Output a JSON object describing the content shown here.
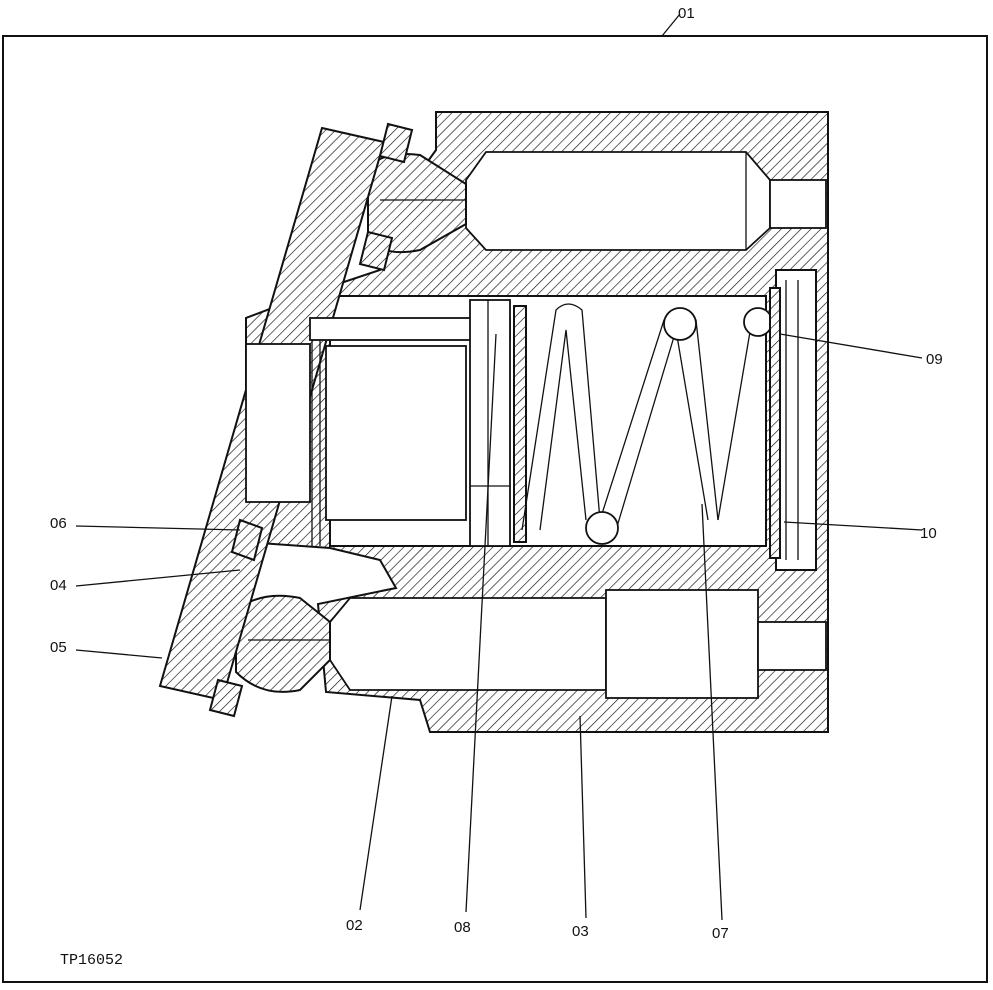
{
  "labels": {
    "l01": "01",
    "l02": "02",
    "l03": "03",
    "l04": "04",
    "l05": "05",
    "l06": "06",
    "l07": "07",
    "l08": "08",
    "l09": "09",
    "l10": "10"
  },
  "figure_ref": "TP16052"
}
